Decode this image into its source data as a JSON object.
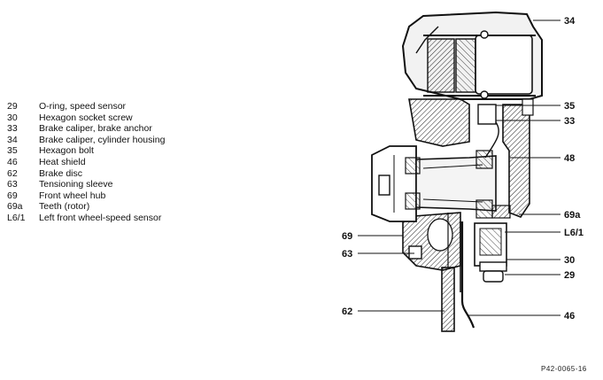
{
  "legend": {
    "items": [
      {
        "num": "29",
        "text": "O-ring, speed sensor"
      },
      {
        "num": "30",
        "text": "Hexagon socket screw"
      },
      {
        "num": "33",
        "text": "Brake caliper, brake anchor"
      },
      {
        "num": "34",
        "text": "Brake caliper, cylinder housing"
      },
      {
        "num": "35",
        "text": "Hexagon bolt"
      },
      {
        "num": "46",
        "text": "Heat shield"
      },
      {
        "num": "62",
        "text": "Brake disc"
      },
      {
        "num": "63",
        "text": "Tensioning sleeve"
      },
      {
        "num": "69",
        "text": "Front wheel hub"
      },
      {
        "num": "69a",
        "text": "Teeth (rotor)"
      },
      {
        "num": "L6/1",
        "text": "Left front wheel-speed sensor"
      }
    ]
  },
  "callouts": {
    "c34": "34",
    "c35": "35",
    "c33": "33",
    "c48": "48",
    "c69a": "69a",
    "cL61": "L6/1",
    "c30": "30",
    "c29": "29",
    "c46": "46",
    "c69": "69",
    "c63": "63",
    "c62": "62"
  },
  "figure_code": "P42-0065-16"
}
